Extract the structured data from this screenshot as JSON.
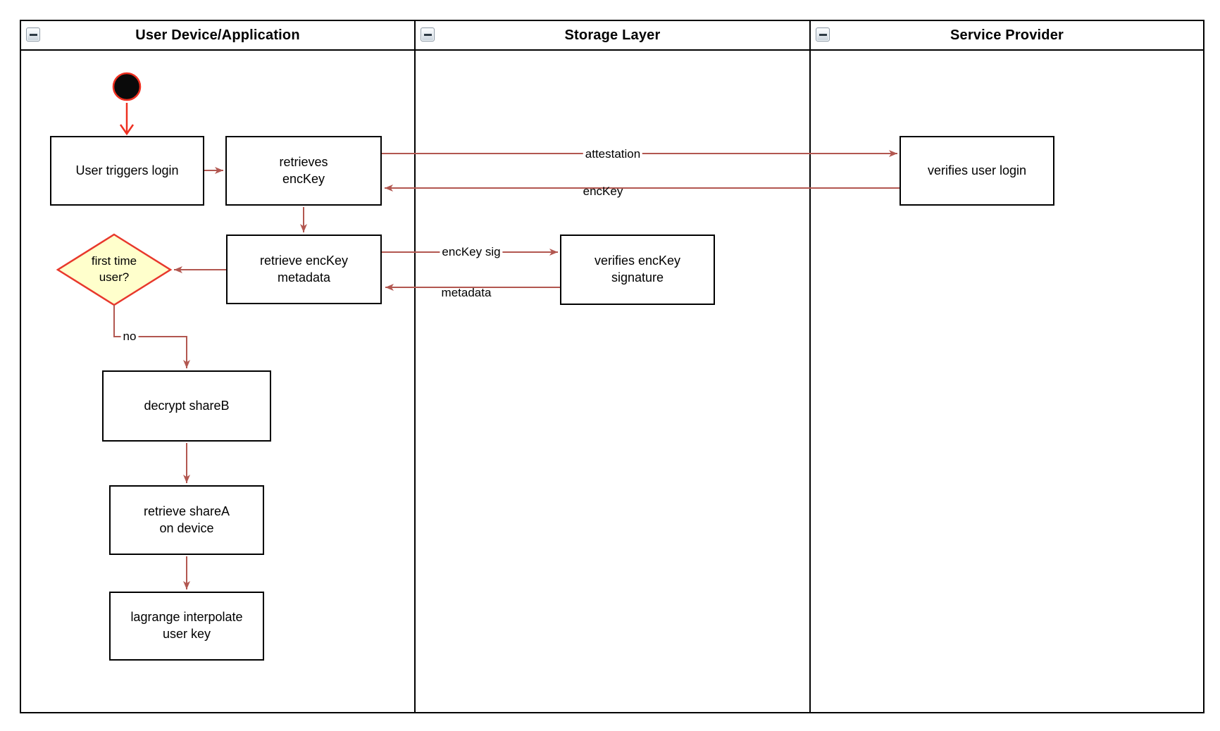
{
  "lanes": [
    {
      "title": "User Device/Application",
      "collapse_icon": "minus-icon"
    },
    {
      "title": "Storage Layer",
      "collapse_icon": "minus-icon"
    },
    {
      "title": "Service Provider",
      "collapse_icon": "minus-icon"
    }
  ],
  "nodes": {
    "start": {
      "type": "initial-node"
    },
    "user_triggers_login": {
      "label": "User triggers login"
    },
    "retrieves_enckey": {
      "label": "retrieves\nencKey"
    },
    "retrieve_enckey_metadata": {
      "label": "retrieve encKey\nmetadata"
    },
    "first_time_user": {
      "label": "first time\nuser?",
      "type": "decision"
    },
    "decrypt_shareb": {
      "label": "decrypt shareB"
    },
    "retrieve_sharea": {
      "label": "retrieve shareA\non device"
    },
    "lagrange_interpolate": {
      "label": "lagrange interpolate\nuser key"
    },
    "verifies_enckey_signature": {
      "label": "verifies encKey\nsignature"
    },
    "verifies_user_login": {
      "label": "verifies user login"
    }
  },
  "edges": [
    {
      "from": "start",
      "to": "user_triggers_login",
      "label": ""
    },
    {
      "from": "user_triggers_login",
      "to": "retrieves_enckey",
      "label": ""
    },
    {
      "from": "retrieves_enckey",
      "to": "verifies_user_login",
      "label": "attestation"
    },
    {
      "from": "verifies_user_login",
      "to": "retrieves_enckey",
      "label": "encKey"
    },
    {
      "from": "retrieves_enckey",
      "to": "retrieve_enckey_metadata",
      "label": ""
    },
    {
      "from": "retrieve_enckey_metadata",
      "to": "first_time_user",
      "label": ""
    },
    {
      "from": "retrieve_enckey_metadata",
      "to": "verifies_enckey_signature",
      "label": "encKey sig"
    },
    {
      "from": "verifies_enckey_signature",
      "to": "retrieve_enckey_metadata",
      "label": "metadata"
    },
    {
      "from": "first_time_user",
      "to": "decrypt_shareb",
      "label": "no"
    },
    {
      "from": "decrypt_shareb",
      "to": "retrieve_sharea",
      "label": ""
    },
    {
      "from": "retrieve_sharea",
      "to": "lagrange_interpolate",
      "label": ""
    }
  ],
  "colors": {
    "arrow": "#b25750",
    "start_red": "#ee3021",
    "diamond_fill": "#ffffcc",
    "diamond_stroke": "#e8382c",
    "node_border": "#000000",
    "node_fill": "#ffffff"
  }
}
